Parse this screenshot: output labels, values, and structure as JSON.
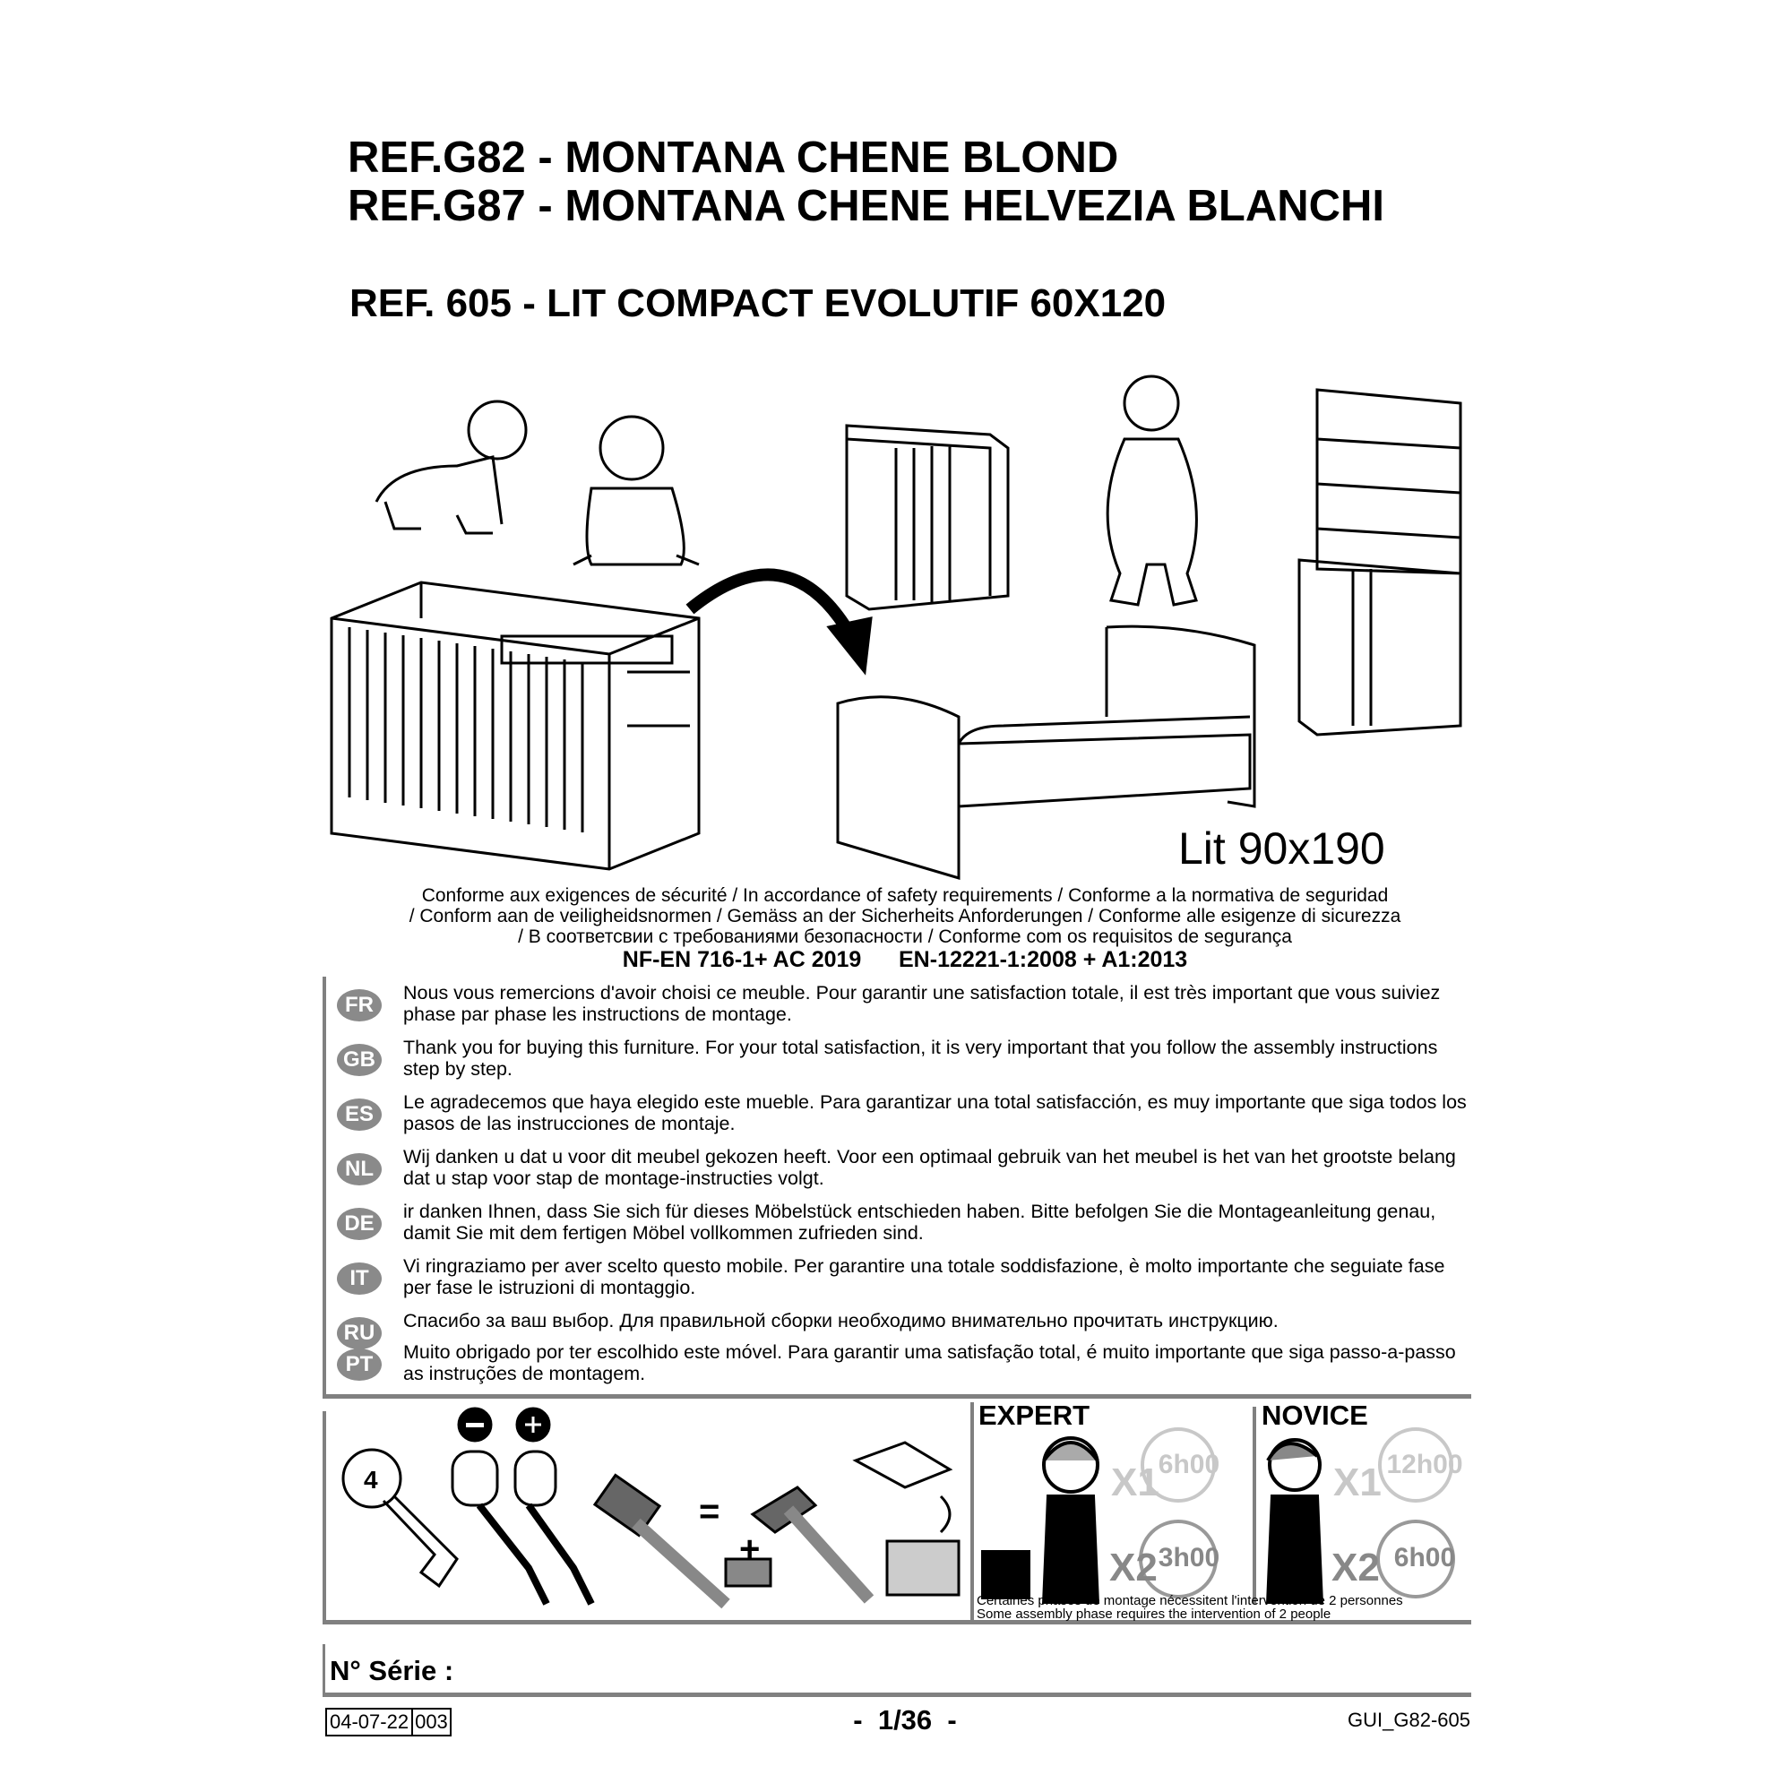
{
  "titles": {
    "line1": "REF.G82 - MONTANA CHENE BLOND",
    "line2": "REF.G87 - MONTANA CHENE HELVEZIA BLANCHI",
    "line3": "REF. 605  - LIT COMPACT EVOLUTIF 60X120"
  },
  "bed_label": "Lit 90x190",
  "conformity": {
    "lines": [
      "Conforme aux exigences de sécurité / In accordance of safety requirements / Conforme a la normativa de seguridad",
      "/ Conform aan de veiligheidsnormen / Gemäss an der Sicherheits Anforderungen / Conforme alle esigenze di sicurezza",
      "/ В соответсвии с требованиями безопасности / Conforme com os requisitos de segurança"
    ],
    "norms": "NF-EN 716-1+ AC 2019      EN-12221-1:2008 + A1:2013"
  },
  "languages": [
    {
      "code": "FR",
      "text": "Nous vous remercions d'avoir choisi ce meuble. Pour garantir une satisfaction totale, il est très important que vous suiviez phase par phase les instructions de montage."
    },
    {
      "code": "GB",
      "text": "Thank you for buying this furniture. For your total satisfaction, it is very important that you follow the assembly instructions step by step."
    },
    {
      "code": "ES",
      "text": "Le agradecemos que haya elegido este mueble. Para garantizar una total satisfacción, es muy importante que siga todos los pasos de las instrucciones de montaje."
    },
    {
      "code": "NL",
      "text": "Wij danken u dat u voor dit meubel gekozen heeft. Voor een optimaal gebruik van het meubel is het van het grootste belang dat u stap voor stap de montage-instructies volgt."
    },
    {
      "code": "DE",
      "text": "ir danken Ihnen, dass Sie sich für dieses Möbelstück entschieden haben. Bitte befolgen Sie die Montageanleitung genau, damit Sie mit dem fertigen Möbel vollkommen zufrieden sind."
    },
    {
      "code": "IT",
      "text": "Vi ringraziamo per aver scelto questo mobile. Per garantire una totale soddisfazione, è molto importante che seguiate fase per fase le istruzioni di montaggio."
    },
    {
      "code": "RU",
      "text": "Спасибо за ваш выбор. Для правильной сборки необходимо внимательно прочитать инструкцию."
    },
    {
      "code": "PT",
      "text": "Muito obrigado por ter escolhido este móvel. Para garantir uma satisfação total, é muito importante que siga passo-a-passo as instruções de montagem."
    }
  ],
  "tools": {
    "hex_key_size": "4",
    "equals": "=",
    "plus": "+"
  },
  "levels": {
    "expert": {
      "label": "EXPERT",
      "x1": "X1",
      "x1_time": "6h00",
      "x2": "X2",
      "x2_time": "3h00"
    },
    "novice": {
      "label": "NOVICE",
      "x1": "X1",
      "x1_time": "12h00",
      "x2": "X2",
      "x2_time": "6h00"
    },
    "note_fr": "Certaines phases de montage nécessitent l'intervention de 2 personnes",
    "note_en": "Some assembly phase requires the intervention of 2 people"
  },
  "serial_label": "N° Série :",
  "footer": {
    "date": "04-07-22",
    "version": "003",
    "page": "-  1/36  -",
    "doc_code": "GUI_G82-605"
  }
}
